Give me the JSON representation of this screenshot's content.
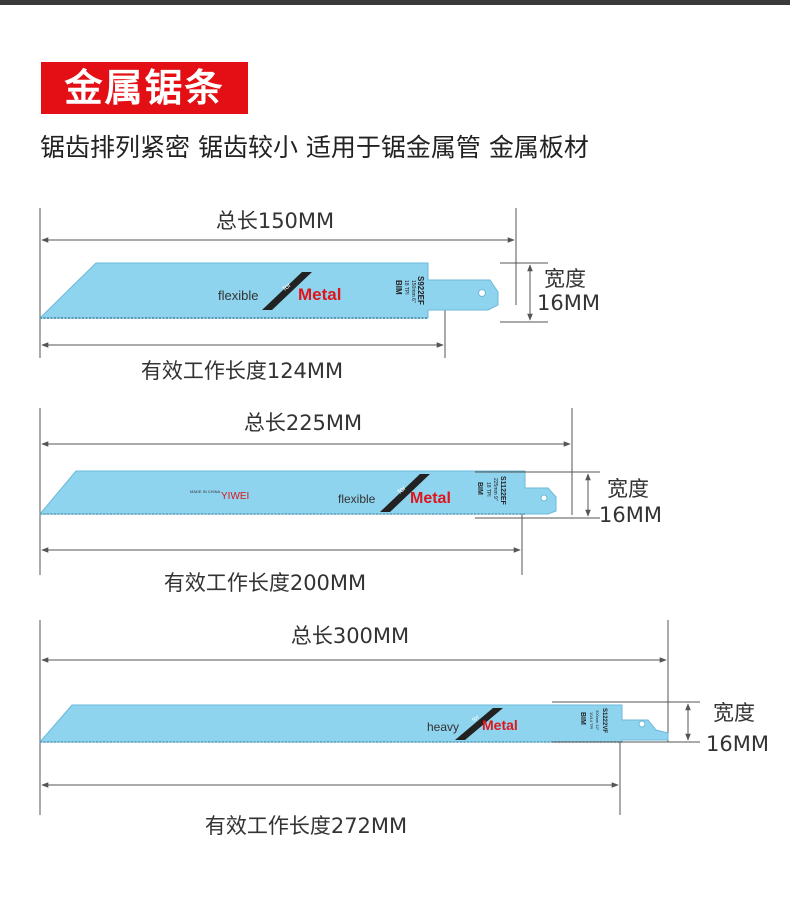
{
  "header": {
    "title": "金属锯条",
    "subtitle": "锯齿排列紧密  锯齿较小  适用于锯金属管 金属板材"
  },
  "blades": [
    {
      "total_label": "总长150MM",
      "working_label": "有效工作长度124MM",
      "width_label_1": "宽度",
      "width_label_2": "16MM",
      "brand_left": "flexible",
      "brand_for": "for",
      "brand_right": "Metal",
      "model": "S922EF",
      "spec_line": "150mm 6\"",
      "tpi": "18 TPI",
      "material": "BIM"
    },
    {
      "total_label": "总长225MM",
      "working_label": "有效工作长度200MM",
      "width_label_1": "宽度",
      "width_label_2": "16MM",
      "maker": "YIWEI",
      "made_in": "MADE IN CHINA",
      "brand_left": "flexible",
      "brand_for": "for",
      "brand_right": "Metal",
      "model": "S1122EF",
      "spec_line": "225mm 9\"",
      "tpi": "18 TPI",
      "material": "BIM"
    },
    {
      "total_label": "总长300MM",
      "working_label": "有效工作长度272MM",
      "width_label_1": "宽度",
      "width_label_2": "16MM",
      "brand_left": "heavy",
      "brand_for": "for",
      "brand_right": "Metal",
      "model": "S1222VF",
      "spec_line": "300mm 12\"",
      "tpi": "10/14 TPI",
      "material": "BIM"
    }
  ],
  "colors": {
    "blade": "#8fd4ef",
    "blade_dark": "#6bb8d8",
    "title_bg": "#e30f14",
    "accent_red": "#e0141b",
    "line": "#555555"
  }
}
